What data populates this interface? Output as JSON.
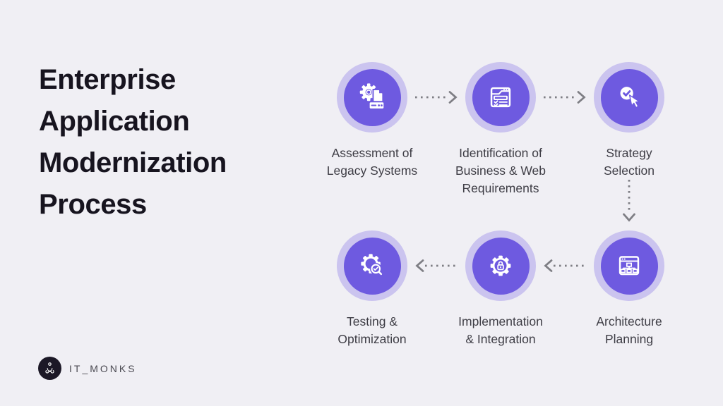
{
  "title": {
    "text": "Enterprise\nApplication\nModernization\nProcess"
  },
  "steps": [
    {
      "label": "Assessment of\nLegacy Systems",
      "icon": "gear-document-server-icon"
    },
    {
      "label": "Identification of\nBusiness & Web\nRequirements",
      "icon": "browser-checklist-icon"
    },
    {
      "label": "Strategy\nSelection",
      "icon": "check-cursor-icon"
    },
    {
      "label": "Architecture\nPlanning",
      "icon": "browser-sitemap-icon"
    },
    {
      "label": "Implementation\n& Integration",
      "icon": "gear-lock-icon"
    },
    {
      "label": "Testing &\nOptimization",
      "icon": "gear-magnifier-icon"
    }
  ],
  "footer": {
    "brand": "IT_MONKS"
  },
  "colors": {
    "background": "#f0eff4",
    "circle_fill": "#6e5ae0",
    "circle_ring": "#cbc4ef",
    "icon": "#ffffff",
    "arrow": "#7e7e84",
    "title_text": "#17141f",
    "label_text": "#3e3d45",
    "logo_background": "#1c1826",
    "logo_text": "#4b4a52"
  }
}
